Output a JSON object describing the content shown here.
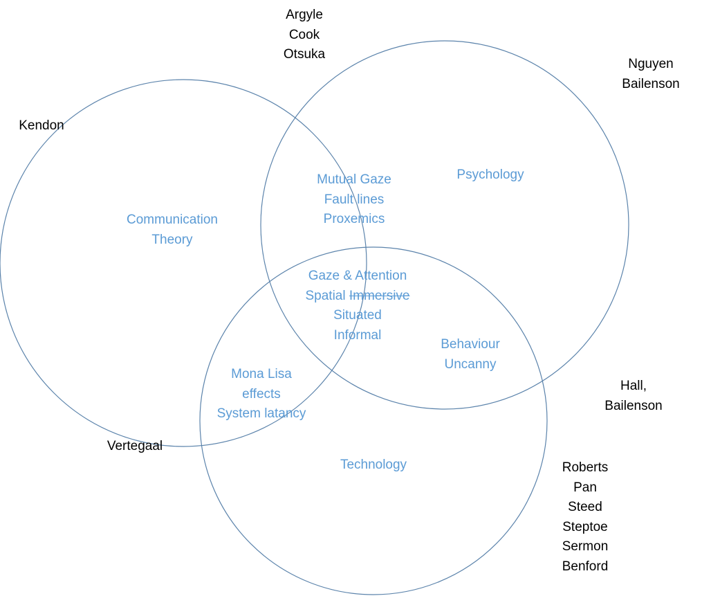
{
  "colors": {
    "circle_stroke": "#5b83ab",
    "region_text": "#5b9bd5",
    "author_text": "#000000"
  },
  "regions": {
    "communication_theory": [
      "Communication",
      "Theory"
    ],
    "psychology": [
      "Psychology"
    ],
    "technology": [
      "Technology"
    ],
    "communication_psychology": [
      "Mutual Gaze",
      "Fault lines",
      "Proxemics"
    ],
    "all_three": {
      "line1": "Gaze & Attention",
      "line2_prefix": "Spatial",
      "line2_struck": "Immersive",
      "line3": "Situated",
      "line4": "Informal"
    },
    "psychology_technology": [
      "Behaviour",
      "Uncanny"
    ],
    "communication_technology": [
      "Mona Lisa",
      "effects",
      "System latancy"
    ]
  },
  "authors": {
    "top": [
      "Argyle",
      "Cook",
      "Otsuka"
    ],
    "top_right": [
      "Nguyen",
      "Bailenson"
    ],
    "left": [
      "Kendon"
    ],
    "right": [
      "Hall,",
      "Bailenson"
    ],
    "bottom_left": [
      "Vertegaal"
    ],
    "bottom_right": [
      "Roberts",
      "Pan",
      "Steed",
      "Steptoe",
      "Sermon",
      "Benford"
    ]
  }
}
